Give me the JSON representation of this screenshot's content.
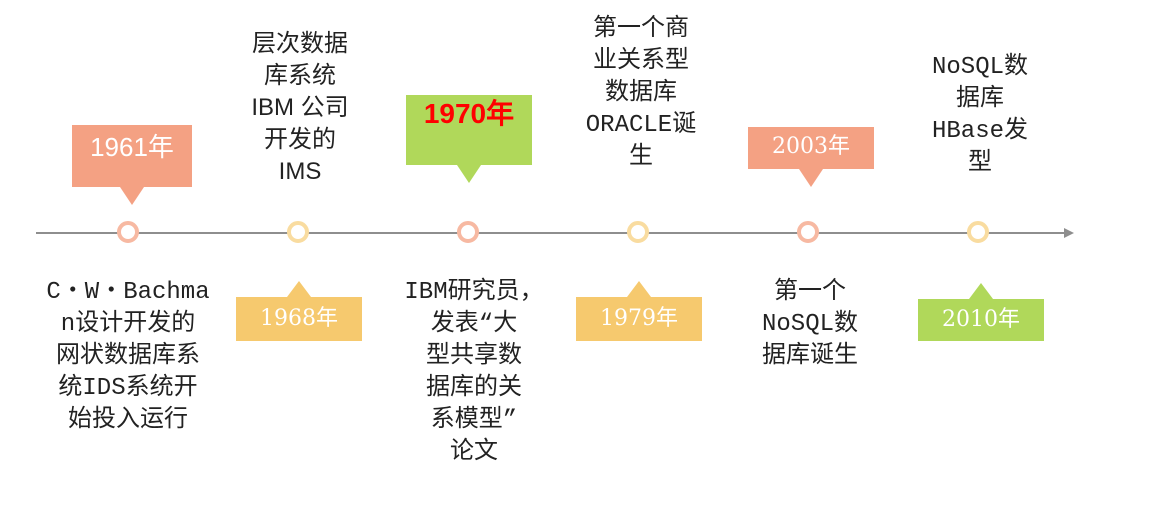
{
  "timeline": {
    "colors": {
      "salmon": "#f4a183",
      "yellow": "#f6c96e",
      "green": "#b0d85a",
      "red": "#ff0000",
      "axis": "#8e8e8e"
    },
    "events": [
      {
        "id": "1961",
        "label": "1961年",
        "desc": "C・W・Bachma\nn设计开发的\n网状数据库系\n统IDS系统开\n始投入运行"
      },
      {
        "id": "1968",
        "label": "1968年",
        "desc": "层次数据\n库系统\nIBM 公司\n开发的\nIMS"
      },
      {
        "id": "1970",
        "label": "1970年",
        "desc": "IBM研究员，\n发表“大\n型共享数\n据库的关\n系模型”\n论文"
      },
      {
        "id": "1979",
        "label": "1979年",
        "desc": "第一个商\n业关系型\n数据库\nORACLE诞\n生"
      },
      {
        "id": "2003",
        "label": "2003年",
        "desc": "第一个\nNoSQL数\n据库诞生"
      },
      {
        "id": "2010",
        "label": "2010年",
        "desc": "NoSQL数\n据库\nHBase发\n型"
      }
    ]
  }
}
